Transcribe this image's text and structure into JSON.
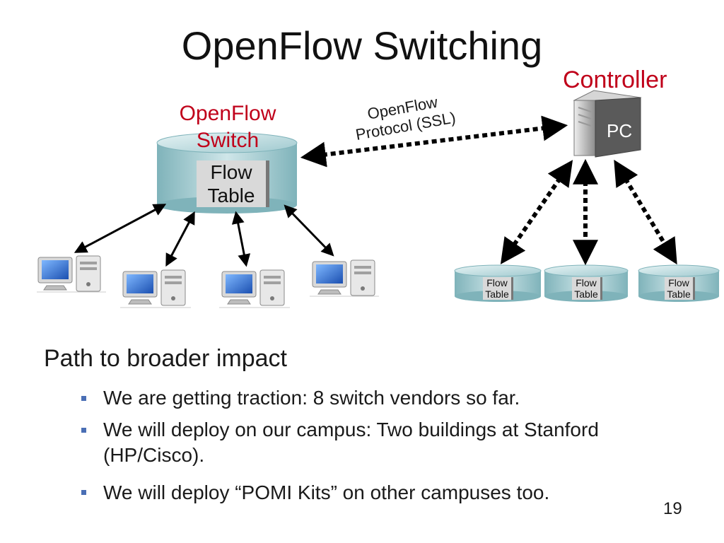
{
  "slide": {
    "title": "OpenFlow Switching",
    "page_number": "19"
  },
  "diagram": {
    "controller_label": "Controller",
    "switch_label_line1": "OpenFlow",
    "switch_label_line2": "Switch",
    "protocol_label_line1": "OpenFlow",
    "protocol_label_line2": "Protocol (SSL)",
    "pc_label": "PC",
    "big_flow_table_line1": "Flow",
    "big_flow_table_line2": "Table",
    "small_flow_tables": [
      {
        "line1": "Flow",
        "line2": "Table"
      },
      {
        "line1": "Flow",
        "line2": "Table"
      },
      {
        "line1": "Flow",
        "line2": "Table"
      }
    ],
    "computer_icon": "desktop-computer-icon",
    "server_icon": "server-tower-icon",
    "colors": {
      "label_red": "#c0001a",
      "cylinder_teal": "#9fc9cf",
      "bullet_blue": "#4a6fb5"
    }
  },
  "body": {
    "intro": "Path to broader impact",
    "bullets": [
      "We are getting traction: 8 switch vendors so far.",
      "We will deploy on our campus: Two buildings at Stanford (HP/Cisco).",
      "We will deploy “POMI Kits” on other campuses too."
    ]
  }
}
